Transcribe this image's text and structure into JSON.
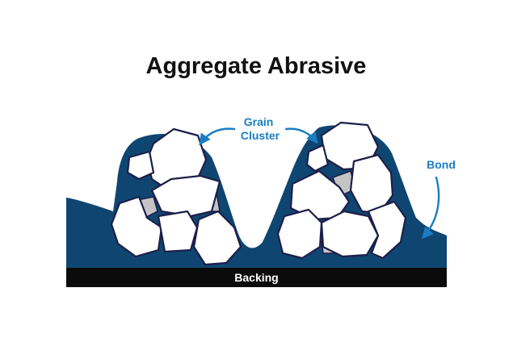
{
  "title": "Aggregate Abrasive",
  "labels": {
    "grain_cluster": [
      "Grain",
      "Cluster"
    ],
    "bond": "Bond",
    "backing": "Backing"
  },
  "colors": {
    "bond": "#0e4671",
    "callout": "#1a7dc4",
    "backing": "#0b0b0b",
    "grain_fill": "#ffffff",
    "grain_outline": "#1c1f4a",
    "pore": "#c4c4c6",
    "title": "#111111",
    "backing_text": "#ffffff"
  }
}
